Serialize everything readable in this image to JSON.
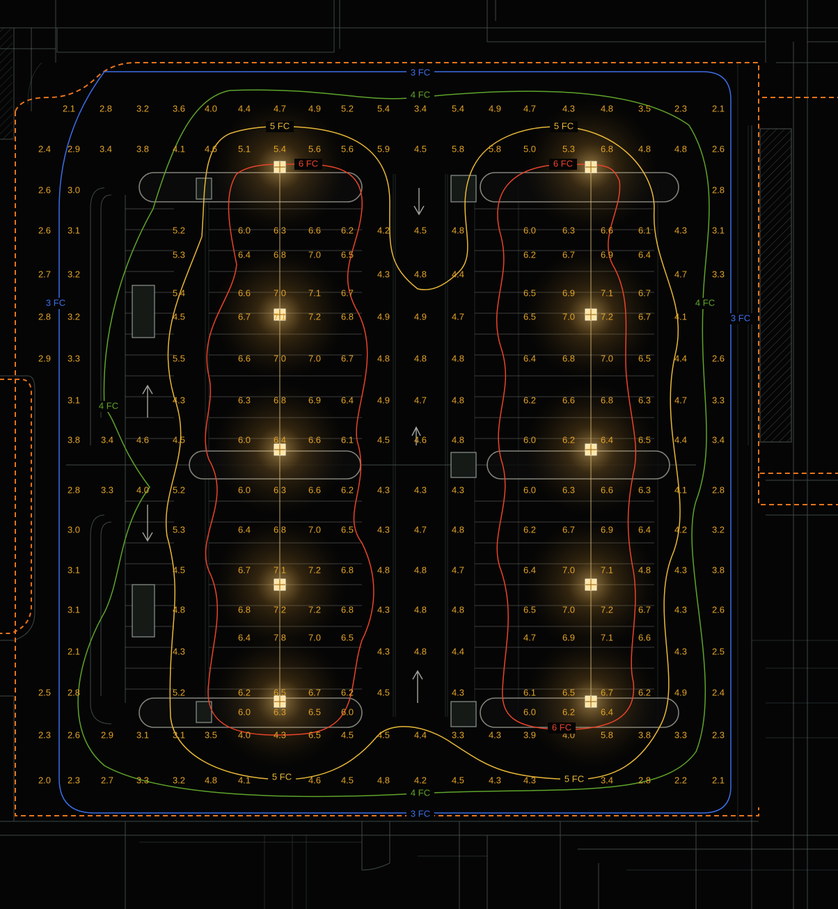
{
  "contours": [
    {
      "label": "3 FC",
      "color": "#3d6ee6"
    },
    {
      "label": "4 FC",
      "color": "#5fa42b"
    },
    {
      "label": "5 FC",
      "color": "#e8b839"
    },
    {
      "label": "6 FC",
      "color": "#e9442a"
    }
  ],
  "colors": {
    "value_text": "#e1a227",
    "property_line": "#e8741c",
    "glow": "#ffc45a",
    "background": "#050505"
  },
  "fixture_icon": "light-fixture-icon",
  "values": [
    "2.1",
    "2.8",
    "3.2",
    "3.6",
    "4.0",
    "4.4",
    "4.7",
    "4.9",
    "5.2",
    "5.4",
    "3.4",
    "5.4",
    "4.9",
    "4.7",
    "4.3",
    "4.8",
    "3.5",
    "2.3",
    "2.1",
    "2.4",
    "2.9",
    "3.4",
    "3.8",
    "4.1",
    "4.6",
    "5.1",
    "5.4",
    "5.6",
    "5.6",
    "5.9",
    "4.5",
    "5.8",
    "5.8",
    "5.0",
    "5.3",
    "6.8",
    "4.8",
    "4.8",
    "2.6",
    "2.6",
    "3.0",
    "2.8",
    "2.6",
    "3.1",
    "5.2",
    "6.0",
    "6.3",
    "6.6",
    "6.2",
    "4.2",
    "4.5",
    "4.8",
    "6.0",
    "6.3",
    "6.6",
    "6.1",
    "4.3",
    "3.1",
    "5.3",
    "6.4",
    "6.8",
    "7.0",
    "6.5",
    "6.2",
    "6.7",
    "6.9",
    "6.4",
    "2.7",
    "3.2",
    "4.3",
    "4.8",
    "4.4",
    "4.7",
    "3.3",
    "5.4",
    "6.6",
    "7.0",
    "7.1",
    "6.7",
    "6.5",
    "6.9",
    "7.1",
    "6.7",
    "2.8",
    "3.2",
    "4.5",
    "6.7",
    "7.1",
    "7.2",
    "6.8",
    "4.9",
    "4.9",
    "4.7",
    "6.5",
    "7.0",
    "7.2",
    "6.7",
    "4.1",
    "2.9",
    "3.3",
    "5.5",
    "6.6",
    "7.0",
    "7.0",
    "6.7",
    "4.8",
    "4.8",
    "4.8",
    "6.4",
    "6.8",
    "7.0",
    "6.5",
    "4.4",
    "2.6",
    "3.1",
    "4.3",
    "6.3",
    "6.8",
    "6.9",
    "6.4",
    "4.9",
    "4.7",
    "4.8",
    "6.2",
    "6.6",
    "6.8",
    "6.3",
    "4.7",
    "3.3",
    "3.8",
    "3.4",
    "4.6",
    "4.5",
    "6.0",
    "6.4",
    "6.6",
    "6.1",
    "4.5",
    "4.6",
    "4.8",
    "6.0",
    "6.2",
    "6.4",
    "6.5",
    "4.4",
    "3.4",
    "2.8",
    "3.3",
    "4.0",
    "5.2",
    "6.0",
    "6.3",
    "6.6",
    "6.2",
    "4.3",
    "4.3",
    "4.3",
    "6.0",
    "6.3",
    "6.6",
    "6.3",
    "4.1",
    "2.8",
    "3.0",
    "5.3",
    "6.4",
    "6.8",
    "7.0",
    "6.5",
    "4.3",
    "4.7",
    "4.8",
    "6.2",
    "6.7",
    "6.9",
    "6.4",
    "4.2",
    "3.2",
    "3.1",
    "4.5",
    "6.7",
    "7.1",
    "7.2",
    "6.8",
    "4.8",
    "4.8",
    "4.7",
    "6.4",
    "7.0",
    "7.1",
    "4.8",
    "4.3",
    "3.8",
    "3.1",
    "4.8",
    "6.8",
    "7.2",
    "7.2",
    "6.8",
    "4.3",
    "4.8",
    "4.8",
    "6.5",
    "7.0",
    "7.2",
    "6.7",
    "4.3",
    "2.6",
    "6.4",
    "7.8",
    "7.0",
    "6.5",
    "4.7",
    "6.9",
    "7.1",
    "6.6",
    "2.1",
    "4.3",
    "4.3",
    "4.8",
    "4.4",
    "4.3",
    "2.5",
    "2.5",
    "2.8",
    "5.2",
    "6.2",
    "6.5",
    "6.7",
    "6.2",
    "4.5",
    "4.3",
    "6.1",
    "6.5",
    "6.7",
    "6.2",
    "4.9",
    "2.4",
    "6.0",
    "6.3",
    "6.5",
    "6.0",
    "6.0",
    "6.2",
    "6.4",
    "2.3",
    "2.6",
    "2.9",
    "3.1",
    "3.1",
    "3.5",
    "4.0",
    "4.3",
    "6.5",
    "4.5",
    "4.5",
    "4.4",
    "3.3",
    "4.3",
    "3.9",
    "4.0",
    "5.8",
    "3.8",
    "3.3",
    "2.3",
    "2.0",
    "2.3",
    "2.7",
    "3.3",
    "3.2",
    "4.8",
    "4.1",
    "4.6",
    "4.5",
    "4.8",
    "4.2",
    "4.5",
    "4.3",
    "4.3",
    "3.4",
    "2.8",
    "2.2",
    "2.1"
  ]
}
